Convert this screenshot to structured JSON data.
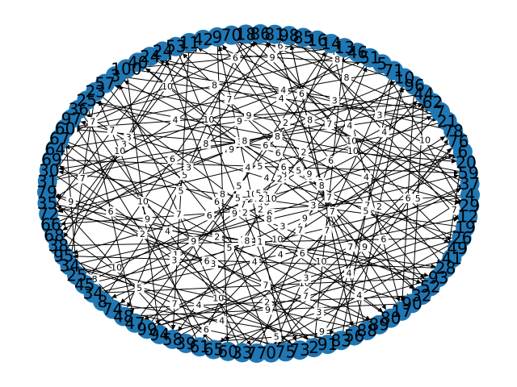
{
  "graph": {
    "type": "directed-weighted-graph",
    "layout": "ring",
    "node_color": "#1f77b4",
    "edge_color": "#000000",
    "nodes": [
      "14",
      "13",
      "46",
      "51",
      "5",
      "71",
      "10",
      "96",
      "44",
      "62",
      "7",
      "21",
      "78",
      "76",
      "6",
      "20",
      "59",
      "37",
      "4",
      "29",
      "12",
      "19",
      "26",
      "49",
      "41",
      "28",
      "93",
      "52",
      "32",
      "90",
      "17",
      "80",
      "89",
      "88",
      "56",
      "83",
      "91",
      "2",
      "73",
      "75",
      "0",
      "77",
      "33",
      "60",
      "65",
      "61",
      "39",
      "58",
      "94",
      "99",
      "47",
      "48",
      "74",
      "8",
      "34",
      "45",
      "25",
      "34",
      "95",
      "38",
      "68",
      "66",
      "72",
      "35",
      "79",
      "31",
      "30",
      "69",
      "64",
      "67",
      "60",
      "97",
      "36",
      "25",
      "23",
      "57",
      "3",
      "100",
      "40",
      "24",
      "24",
      "53",
      "11",
      "42",
      "9",
      "70",
      "18",
      "86",
      "81",
      "98",
      "85",
      "16"
    ],
    "edges": [
      {
        "s": 0,
        "t": 45,
        "w": "3"
      },
      {
        "s": 2,
        "t": 60,
        "w": "8"
      },
      {
        "s": 4,
        "t": 20,
        "w": "10"
      },
      {
        "s": 5,
        "t": 70,
        "w": "7"
      },
      {
        "s": 7,
        "t": 30,
        "w": "6"
      },
      {
        "s": 9,
        "t": 55,
        "w": "5"
      },
      {
        "s": 11,
        "t": 62,
        "w": "4"
      },
      {
        "s": 13,
        "t": 40,
        "w": "9"
      },
      {
        "s": 15,
        "t": 75,
        "w": "2"
      },
      {
        "s": 17,
        "t": 50,
        "w": "6"
      },
      {
        "s": 19,
        "t": 82,
        "w": "7"
      },
      {
        "s": 21,
        "t": 66,
        "w": "3"
      },
      {
        "s": 23,
        "t": 86,
        "w": "10"
      },
      {
        "s": 25,
        "t": 58,
        "w": "4"
      },
      {
        "s": 27,
        "t": 78,
        "w": "8"
      },
      {
        "s": 29,
        "t": 64,
        "w": "5"
      },
      {
        "s": 31,
        "t": 72,
        "w": "9"
      },
      {
        "s": 33,
        "t": 88,
        "w": "2"
      },
      {
        "s": 35,
        "t": 5,
        "w": "7"
      },
      {
        "s": 37,
        "t": 12,
        "w": "6"
      },
      {
        "s": 39,
        "t": 84,
        "w": "10"
      },
      {
        "s": 41,
        "t": 3,
        "w": "3"
      },
      {
        "s": 43,
        "t": 18,
        "w": "4"
      },
      {
        "s": 46,
        "t": 8,
        "w": "9"
      },
      {
        "s": 48,
        "t": 24,
        "w": "7"
      },
      {
        "s": 50,
        "t": 1,
        "w": "5"
      },
      {
        "s": 52,
        "t": 28,
        "w": "2"
      },
      {
        "s": 54,
        "t": 10,
        "w": "8"
      },
      {
        "s": 56,
        "t": 14,
        "w": "6"
      },
      {
        "s": 57,
        "t": 33,
        "w": "10"
      },
      {
        "s": 59,
        "t": 22,
        "w": "1"
      },
      {
        "s": 61,
        "t": 6,
        "w": "4"
      },
      {
        "s": 63,
        "t": 26,
        "w": "7"
      },
      {
        "s": 65,
        "t": 9,
        "w": "3"
      },
      {
        "s": 67,
        "t": 16,
        "w": "5"
      },
      {
        "s": 69,
        "t": 36,
        "w": "9"
      },
      {
        "s": 71,
        "t": 2,
        "w": "8"
      },
      {
        "s": 73,
        "t": 19,
        "w": "6"
      },
      {
        "s": 74,
        "t": 31,
        "w": "7"
      },
      {
        "s": 76,
        "t": 11,
        "w": "4"
      },
      {
        "s": 77,
        "t": 48,
        "w": "10"
      },
      {
        "s": 79,
        "t": 23,
        "w": "2"
      },
      {
        "s": 80,
        "t": 4,
        "w": "9"
      },
      {
        "s": 81,
        "t": 38,
        "w": "5"
      },
      {
        "s": 83,
        "t": 15,
        "w": "3"
      },
      {
        "s": 85,
        "t": 27,
        "w": "6"
      },
      {
        "s": 87,
        "t": 7,
        "w": "8"
      },
      {
        "s": 89,
        "t": 34,
        "w": "7"
      },
      {
        "s": 90,
        "t": 21,
        "w": "4"
      },
      {
        "s": 3,
        "t": 47,
        "w": "10"
      },
      {
        "s": 6,
        "t": 52,
        "w": "5"
      },
      {
        "s": 8,
        "t": 68,
        "w": "9"
      },
      {
        "s": 10,
        "t": 44,
        "w": "7"
      },
      {
        "s": 12,
        "t": 79,
        "w": "6"
      },
      {
        "s": 14,
        "t": 53,
        "w": "3"
      },
      {
        "s": 16,
        "t": 73,
        "w": "8"
      },
      {
        "s": 18,
        "t": 61,
        "w": "2"
      },
      {
        "s": 20,
        "t": 85,
        "w": "4"
      },
      {
        "s": 22,
        "t": 49,
        "w": "10"
      },
      {
        "s": 24,
        "t": 76,
        "w": "6"
      },
      {
        "s": 26,
        "t": 54,
        "w": "7"
      },
      {
        "s": 28,
        "t": 81,
        "w": "5"
      },
      {
        "s": 30,
        "t": 42,
        "w": "9"
      },
      {
        "s": 32,
        "t": 63,
        "w": "3"
      },
      {
        "s": 34,
        "t": 89,
        "w": "8"
      },
      {
        "s": 36,
        "t": 57,
        "w": "4"
      },
      {
        "s": 38,
        "t": 67,
        "w": "1"
      },
      {
        "s": 40,
        "t": 80,
        "w": "6"
      },
      {
        "s": 42,
        "t": 13,
        "w": "7"
      },
      {
        "s": 44,
        "t": 71,
        "w": "2"
      },
      {
        "s": 47,
        "t": 17,
        "w": "10"
      },
      {
        "s": 49,
        "t": 0,
        "w": "5"
      },
      {
        "s": 51,
        "t": 29,
        "w": "9"
      },
      {
        "s": 53,
        "t": 35,
        "w": "4"
      },
      {
        "s": 55,
        "t": 87,
        "w": "6"
      },
      {
        "s": 58,
        "t": 39,
        "w": "7"
      },
      {
        "s": 60,
        "t": 83,
        "w": "3"
      },
      {
        "s": 62,
        "t": 25,
        "w": "8"
      },
      {
        "s": 64,
        "t": 46,
        "w": "10"
      },
      {
        "s": 66,
        "t": 74,
        "w": "5"
      },
      {
        "s": 68,
        "t": 32,
        "w": "2"
      },
      {
        "s": 70,
        "t": 56,
        "w": "9"
      },
      {
        "s": 72,
        "t": 41,
        "w": "4"
      },
      {
        "s": 75,
        "t": 37,
        "w": "6"
      },
      {
        "s": 78,
        "t": 65,
        "w": "7"
      },
      {
        "s": 82,
        "t": 59,
        "w": "3"
      },
      {
        "s": 84,
        "t": 43,
        "w": "8"
      },
      {
        "s": 86,
        "t": 51,
        "w": "5"
      },
      {
        "s": 88,
        "t": 69,
        "w": "10"
      },
      {
        "s": 1,
        "t": 77,
        "w": "6"
      },
      {
        "s": 0,
        "t": 30,
        "w": "4"
      },
      {
        "s": 5,
        "t": 40,
        "w": "7"
      },
      {
        "s": 9,
        "t": 70,
        "w": "9"
      },
      {
        "s": 13,
        "t": 58,
        "w": "2"
      },
      {
        "s": 17,
        "t": 79,
        "w": "8"
      },
      {
        "s": 21,
        "t": 49,
        "w": "3"
      },
      {
        "s": 25,
        "t": 87,
        "w": "10"
      },
      {
        "s": 29,
        "t": 8,
        "w": "5"
      },
      {
        "s": 33,
        "t": 64,
        "w": "6"
      },
      {
        "s": 37,
        "t": 1,
        "w": "7"
      },
      {
        "s": 41,
        "t": 22,
        "w": "4"
      },
      {
        "s": 45,
        "t": 74,
        "w": "9"
      },
      {
        "s": 49,
        "t": 12,
        "w": "7"
      },
      {
        "s": 53,
        "t": 88,
        "w": "3"
      },
      {
        "s": 57,
        "t": 16,
        "w": "8"
      },
      {
        "s": 61,
        "t": 43,
        "w": "5"
      },
      {
        "s": 65,
        "t": 3,
        "w": "10"
      },
      {
        "s": 69,
        "t": 27,
        "w": "2"
      },
      {
        "s": 73,
        "t": 50,
        "w": "6"
      },
      {
        "s": 77,
        "t": 10,
        "w": "4"
      },
      {
        "s": 81,
        "t": 62,
        "w": "7"
      },
      {
        "s": 85,
        "t": 31,
        "w": "9"
      },
      {
        "s": 89,
        "t": 18,
        "w": "3"
      },
      {
        "s": 2,
        "t": 83,
        "w": "6"
      },
      {
        "s": 6,
        "t": 36,
        "w": "5"
      },
      {
        "s": 10,
        "t": 66,
        "w": "8"
      },
      {
        "s": 14,
        "t": 25,
        "w": "7"
      },
      {
        "s": 18,
        "t": 55,
        "w": "10"
      },
      {
        "s": 22,
        "t": 71,
        "w": "4"
      },
      {
        "s": 26,
        "t": 45,
        "w": "3"
      },
      {
        "s": 30,
        "t": 84,
        "w": "9"
      },
      {
        "s": 34,
        "t": 6,
        "w": "2"
      },
      {
        "s": 38,
        "t": 52,
        "w": "6"
      },
      {
        "s": 42,
        "t": 76,
        "w": "7"
      },
      {
        "s": 46,
        "t": 33,
        "w": "5"
      },
      {
        "s": 50,
        "t": 60,
        "w": "8"
      },
      {
        "s": 54,
        "t": 20,
        "w": "4"
      },
      {
        "s": 58,
        "t": 81,
        "w": "10"
      },
      {
        "s": 62,
        "t": 7,
        "w": "9"
      },
      {
        "s": 66,
        "t": 38,
        "w": "3"
      },
      {
        "s": 70,
        "t": 15,
        "w": "6"
      },
      {
        "s": 74,
        "t": 57,
        "w": "7"
      },
      {
        "s": 78,
        "t": 28,
        "w": "2"
      },
      {
        "s": 82,
        "t": 47,
        "w": "5"
      },
      {
        "s": 86,
        "t": 11,
        "w": "8"
      },
      {
        "s": 90,
        "t": 63,
        "w": "4"
      }
    ]
  }
}
